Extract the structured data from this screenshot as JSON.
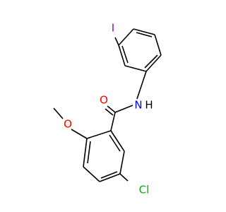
{
  "molecule": {
    "colors": {
      "bond": "#000000",
      "carbon": "#000000",
      "oxygen": "#ff0000",
      "nitrogen": "#0000ff",
      "iodine": "#9400d3",
      "chlorine": "#00b000",
      "hydrogen": "#000000",
      "background": "#ffffff"
    },
    "labels": {
      "iodine": "I",
      "amide_nitrogen": "N",
      "amide_hydrogen": "H",
      "carbonyl_oxygen": "O",
      "methoxy_oxygen": "O",
      "chlorine": "Cl"
    }
  }
}
